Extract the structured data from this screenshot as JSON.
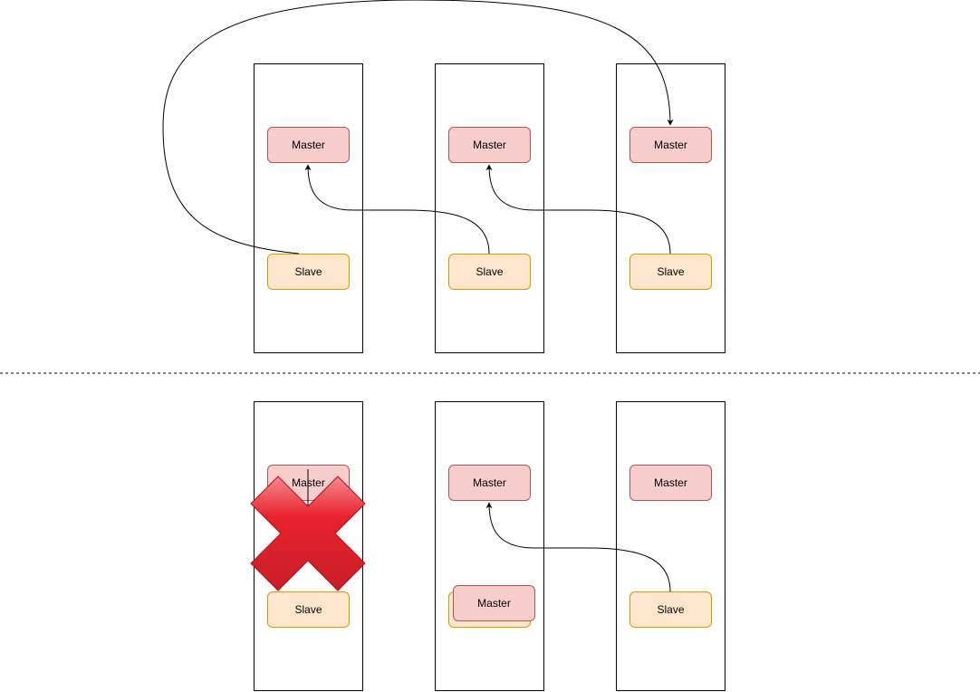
{
  "diagram": {
    "colors": {
      "master_fill": "#f8cecc",
      "master_stroke": "#b85450",
      "slave_fill": "#ffe6cc",
      "slave_stroke": "#d79b00",
      "cross_fill": "#e3262f",
      "line": "#000000"
    },
    "top_section": {
      "servers": [
        {
          "master_label": "Master",
          "slave_label": "Slave"
        },
        {
          "master_label": "Master",
          "slave_label": "Slave"
        },
        {
          "master_label": "Master",
          "slave_label": "Slave"
        }
      ]
    },
    "bottom_section": {
      "servers": [
        {
          "master_label": "Master",
          "slave_label": "Slave",
          "failed": true
        },
        {
          "master_label": "Master",
          "slave_label": "Slave",
          "promoted_label": "Master"
        },
        {
          "master_label": "Master",
          "slave_label": "Slave"
        }
      ]
    }
  }
}
